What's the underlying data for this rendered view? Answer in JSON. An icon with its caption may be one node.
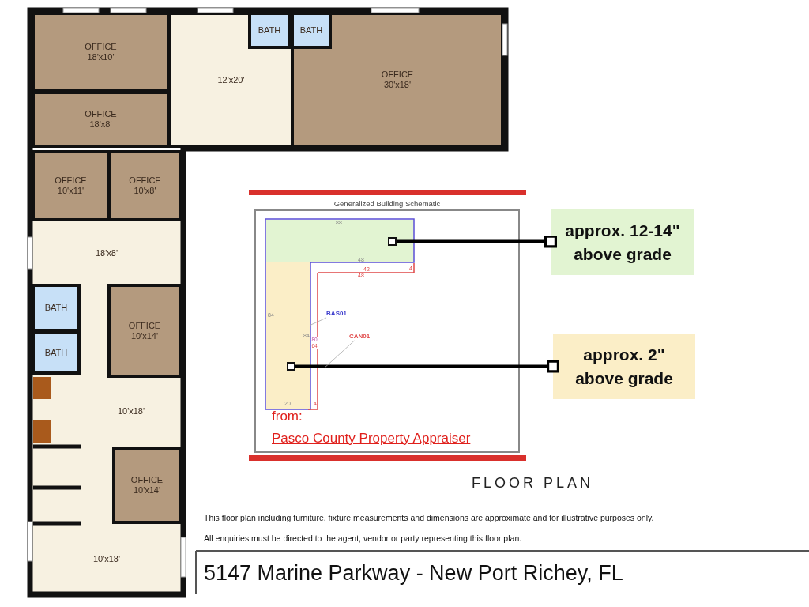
{
  "diagram": {
    "nodes": [
      {
        "text": [
          "OFFICE",
          "18'x10'"
        ]
      },
      {
        "text": [
          "12'x20'"
        ]
      },
      {
        "text": [
          "BATH"
        ],
        "in": 1
      },
      {
        "text": [
          "OFFICE",
          "30'x18'"
        ]
      },
      {
        "text": [
          "BATH"
        ],
        "in": 3
      },
      {
        "text": [
          "OFFICE",
          "18'x8'"
        ]
      },
      {
        "text": [
          "OFFICE",
          "10'x11'"
        ]
      },
      {
        "text": [
          "OFFICE",
          "10'x8'"
        ]
      },
      {
        "text": [
          "18'x8'"
        ]
      },
      {
        "text": [
          "BATH"
        ]
      },
      {
        "text": [
          "OFFICE",
          "10'x14'"
        ]
      },
      {
        "text": [
          "BATH"
        ]
      },
      {
        "text": [
          "10'x18'"
        ]
      },
      {
        "text": [
          "OFFICE",
          "10'x14'"
        ]
      },
      {
        "text": [
          "10'x18'"
        ]
      },
      {
        "text": [
          "Generalized Building Schematic"
        ]
      },
      {
        "text": [],
        "shape": "box",
        "in": 15
      },
      {
        "text": [],
        "shape": "box",
        "in": 15
      },
      {
        "text": [],
        "shape": "box",
        "in": 16
      },
      {
        "text": [],
        "shape": "box",
        "in": 17
      },
      {
        "text": [
          "BAS01"
        ],
        "in": 15
      },
      {
        "text": [
          "CAN01"
        ],
        "in": 15
      },
      {
        "text": [
          "approx. 12-14\" above grade"
        ]
      },
      {
        "text": [
          "approx. 2\" above grade"
        ]
      }
    ],
    "edges": [
      {
        "from": 22,
        "to": 18,
        "arrow": "other",
        "style": "thick"
      },
      {
        "from": 23,
        "to": 19,
        "arrow": "other",
        "style": "thick"
      },
      {
        "from": 20,
        "to": 17,
        "arrow": "none",
        "color": "#aaaaaa"
      },
      {
        "from": 21,
        "to": null,
        "arrow": "none",
        "color": "#aaaaaa"
      }
    ],
    "labels": [
      "88",
      "48",
      "42",
      "48",
      "4",
      "84",
      "84",
      "80",
      "64",
      "20",
      "4",
      "from:",
      "Pasco County Property Appraiser",
      "FLOOR PLAN",
      "This floor plan including furniture, fixture measurements and dimensions are approximate and for illustrative purposes only.",
      "All enquiries must be directed to the agent, vendor or party representing this floor plan.",
      "5147 Marine Parkway - New Port Richey, FL"
    ]
  }
}
